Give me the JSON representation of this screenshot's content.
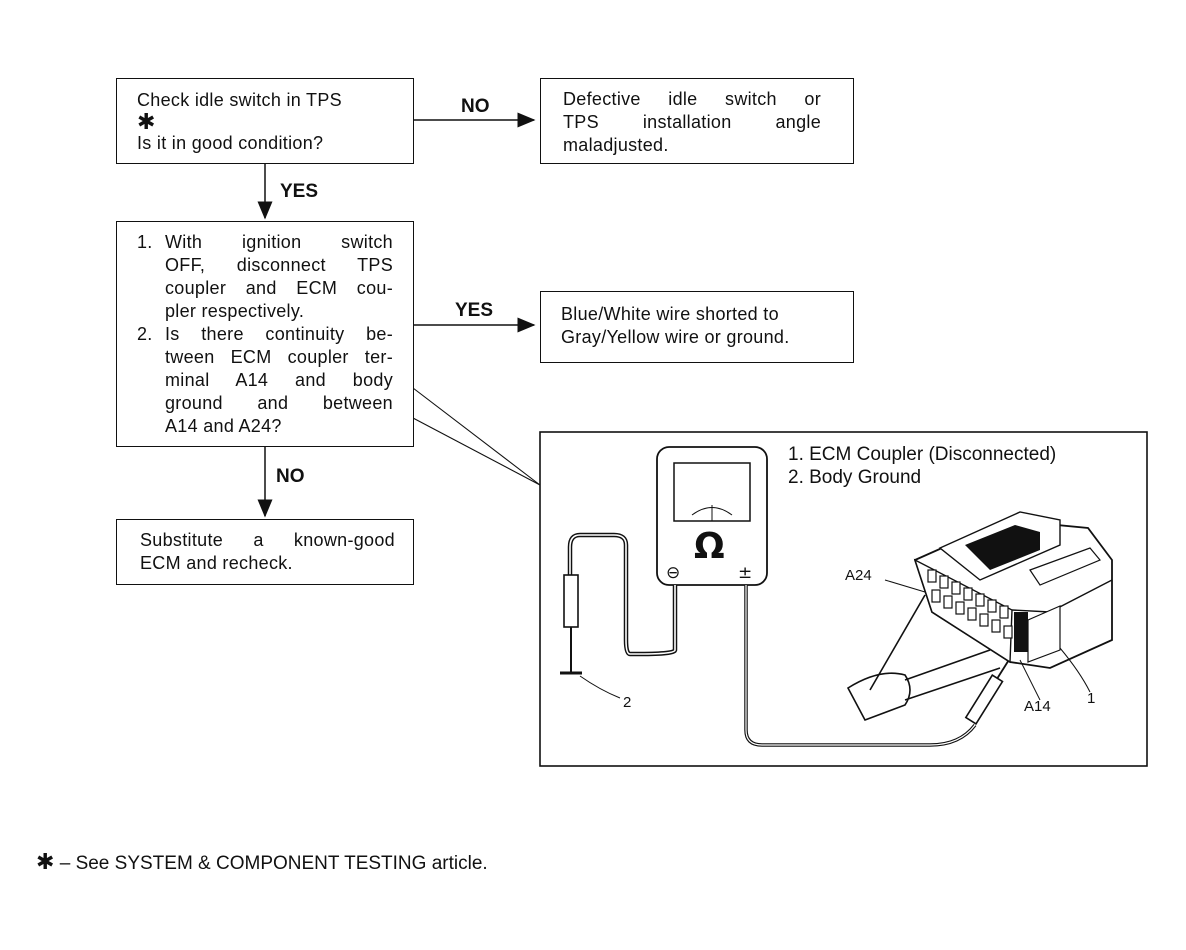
{
  "flowchart": {
    "box1": {
      "line1": "Check idle switch in TPS",
      "star": "✱",
      "line2": "Is it in good condition?"
    },
    "box2": {
      "line1": "Defective idle switch or",
      "line2": "TPS installation angle",
      "line3": "maladjusted."
    },
    "box3": {
      "item1_num": "1.",
      "item1_lines": [
        "With ignition switch",
        "OFF, disconnect TPS",
        "coupler and ECM cou-",
        "pler respectively."
      ],
      "item2_num": "2.",
      "item2_lines": [
        "Is there continuity be-",
        "tween ECM coupler ter-",
        "minal A14 and body",
        "ground and between",
        "A14 and A24?"
      ]
    },
    "box4": {
      "line1": "Blue/White wire shorted to",
      "line2": "Gray/Yellow wire or ground."
    },
    "box5": {
      "line1": "Substitute a known-good",
      "line2": "ECM and recheck."
    },
    "arrow_no_1": "NO",
    "arrow_yes_1": "YES",
    "arrow_yes_2": "YES",
    "arrow_no_2": "NO"
  },
  "illustration": {
    "legend_1": "1. ECM Coupler (Disconnected)",
    "legend_2": "2. Body Ground",
    "meter_symbol": "Ω",
    "meter_minus": "⊖",
    "meter_plus": "±",
    "callout_a24": "A24",
    "callout_a14": "A14",
    "callout_1": "1",
    "callout_2": "2"
  },
  "footnote": {
    "star": "✱",
    "text": "– See SYSTEM & COMPONENT TESTING article."
  }
}
